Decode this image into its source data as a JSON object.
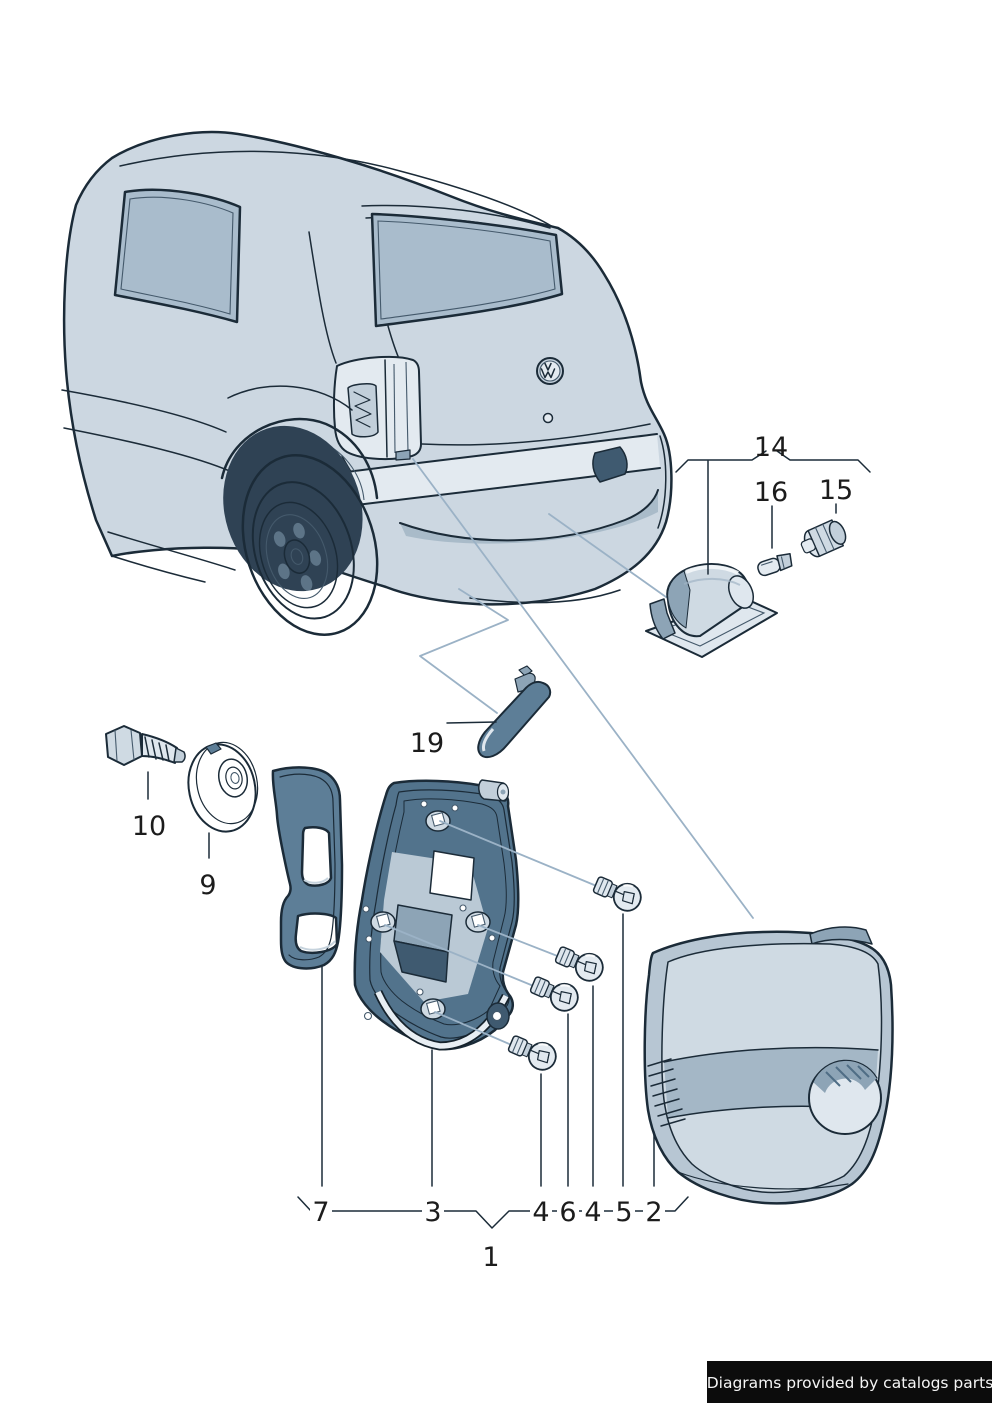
{
  "diagram": {
    "type": "exploded-parts-diagram",
    "subject": "rear tail light assembly on hatchback vehicle"
  },
  "callouts": [
    {
      "id": "14",
      "label": "14"
    },
    {
      "id": "16",
      "label": "16"
    },
    {
      "id": "15",
      "label": "15"
    },
    {
      "id": "19",
      "label": "19"
    },
    {
      "id": "10",
      "label": "10"
    },
    {
      "id": "9",
      "label": "9"
    },
    {
      "id": "7",
      "label": "7"
    },
    {
      "id": "3",
      "label": "3"
    },
    {
      "id": "4a",
      "label": "4"
    },
    {
      "id": "6",
      "label": "6"
    },
    {
      "id": "4b",
      "label": "4"
    },
    {
      "id": "5",
      "label": "5"
    },
    {
      "id": "2",
      "label": "2"
    },
    {
      "id": "1",
      "label": "1"
    }
  ],
  "footer": {
    "text": "Diagrams provided by catalogs parts"
  },
  "palette": {
    "line": "#1b2b38",
    "body_fill": "#ccd7e1",
    "glass_fill": "#a9bccc",
    "dark_part_fill": "#5d7e97",
    "plate_fill": "#52738c",
    "metal_fill": "#dfe7ee",
    "leader_line": "#9bb2c6",
    "label_text": "#1c1c1c",
    "footer_bg": "#0c0c0c",
    "footer_text": "#f5f5f5"
  }
}
